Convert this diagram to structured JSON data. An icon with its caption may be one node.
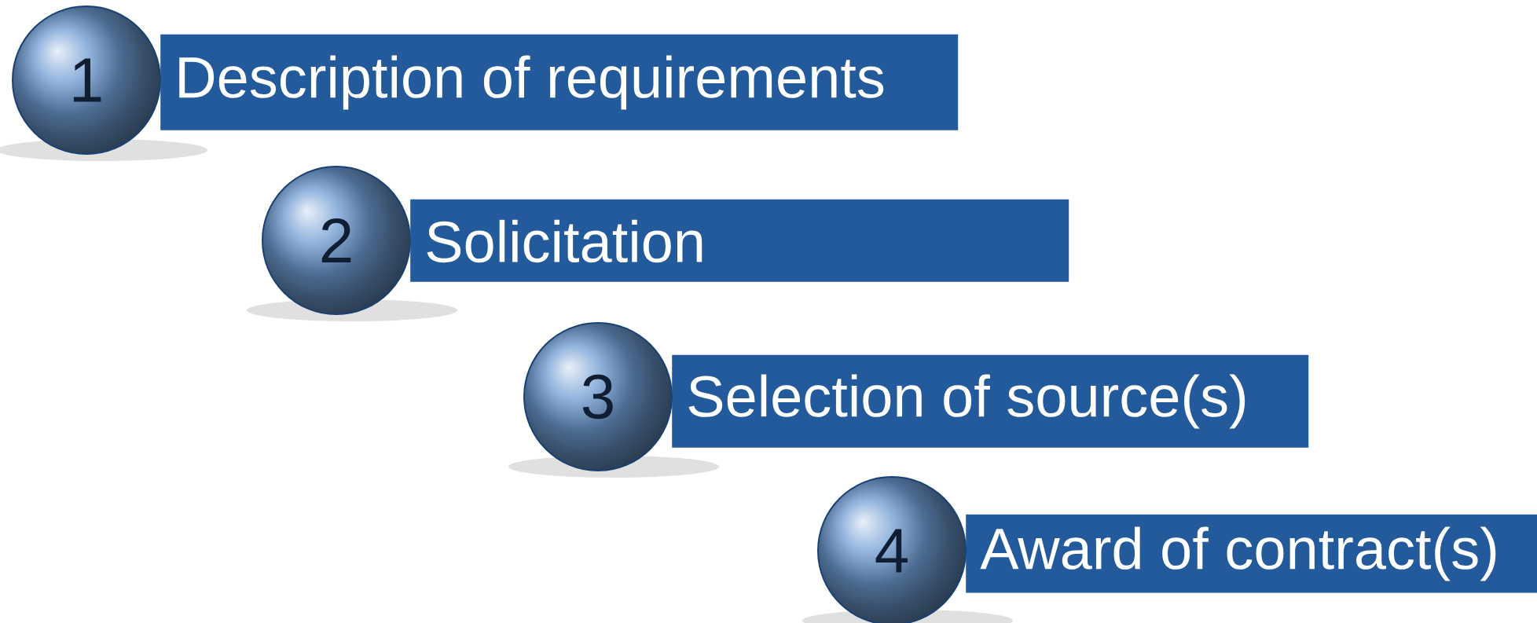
{
  "diagram": {
    "nodes": [
      {
        "text": [
          "Description of requirements"
        ]
      },
      {
        "text": [
          "1"
        ]
      },
      {
        "text": [
          "Solicitation"
        ]
      },
      {
        "text": [
          "2"
        ]
      },
      {
        "text": [
          "Selection of source(s)"
        ]
      },
      {
        "text": [
          "3"
        ]
      },
      {
        "text": [
          "Award of contract(s)"
        ]
      },
      {
        "text": [
          "4"
        ]
      }
    ]
  }
}
